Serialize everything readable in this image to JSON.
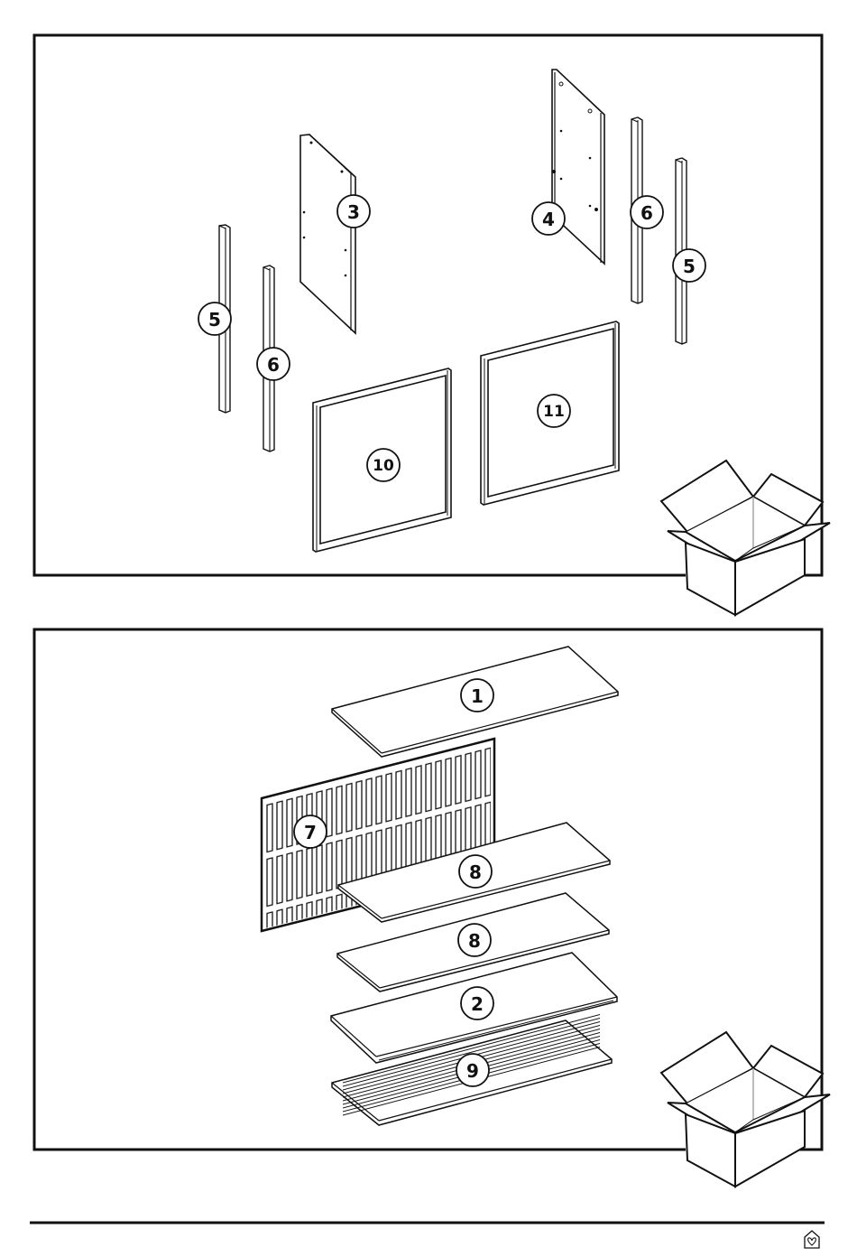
{
  "colors": {
    "ink": "#111111",
    "paper": "#ffffff",
    "guide": "#999999"
  },
  "panels": [
    {
      "name": "box-1-contents",
      "parts": [
        {
          "id": "3",
          "label": "3",
          "name": "side-panel"
        },
        {
          "id": "4",
          "label": "4",
          "name": "side-panel"
        },
        {
          "id": "5a",
          "label": "5",
          "name": "leg-post"
        },
        {
          "id": "6a",
          "label": "6",
          "name": "leg-post"
        },
        {
          "id": "6b",
          "label": "6",
          "name": "leg-post"
        },
        {
          "id": "5b",
          "label": "5",
          "name": "leg-post"
        },
        {
          "id": "10",
          "label": "10",
          "name": "door-frame"
        },
        {
          "id": "11",
          "label": "11",
          "name": "door-frame"
        }
      ],
      "box_icon": "open-cardboard-box-icon"
    },
    {
      "name": "box-2-contents",
      "parts": [
        {
          "id": "1",
          "label": "1",
          "name": "top-board"
        },
        {
          "id": "7",
          "label": "7",
          "name": "slotted-back-panel"
        },
        {
          "id": "8a",
          "label": "8",
          "name": "shelf-board"
        },
        {
          "id": "8b",
          "label": "8",
          "name": "shelf-board"
        },
        {
          "id": "2",
          "label": "2",
          "name": "bottom-board"
        },
        {
          "id": "9",
          "label": "9",
          "name": "slatted-base"
        }
      ],
      "box_icon": "open-cardboard-box-icon"
    }
  ],
  "footer": {
    "brand_icon": "house-heart-icon"
  }
}
